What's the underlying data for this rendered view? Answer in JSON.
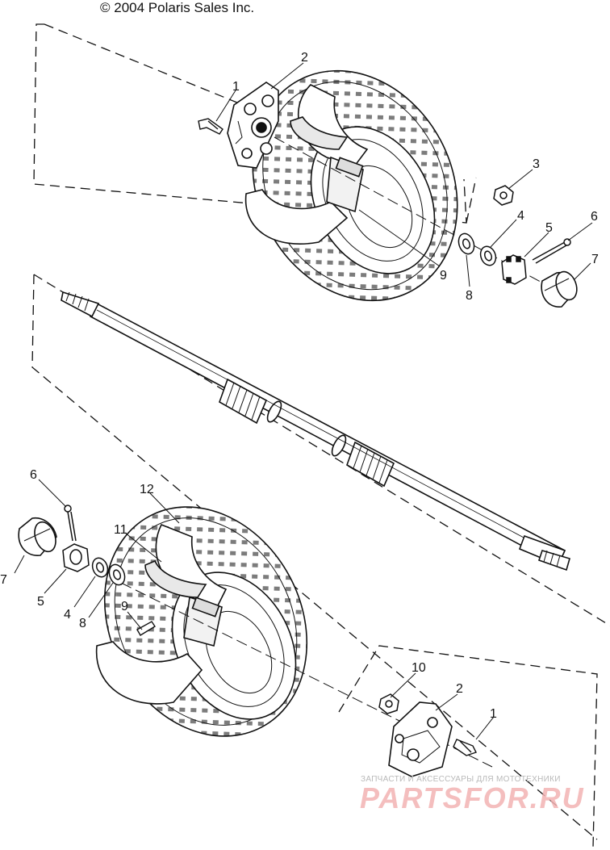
{
  "header": {
    "copyright": "© 2004 Polaris Sales Inc."
  },
  "watermark": {
    "tagline": "ЗАПЧАСТИ И АКСЕССУАРЫ ДЛЯ МОТОТЕХНИКИ",
    "logo": "PARTSFOR.RU",
    "logo_color": "#f3b3b3"
  },
  "callouts": {
    "top_hub_bolt": "1",
    "top_hub": "2",
    "top_nut": "3",
    "top_spacer": "4",
    "top_castle_nut": "5",
    "top_cotter_pin": "6",
    "top_cap": "7",
    "top_washer": "8",
    "top_valve_stem": "9",
    "bot_cotter_pin": "6",
    "bot_cap": "7",
    "bot_castle_nut": "5",
    "bot_spacer": "4",
    "bot_washer": "8",
    "bot_valve_stem": "9",
    "bot_nut": "10",
    "bot_rim": "11",
    "bot_tire": "12",
    "bot_hub": "2",
    "bot_hub_bolt": "1"
  },
  "colors": {
    "line": "#111111",
    "background": "#ffffff"
  }
}
